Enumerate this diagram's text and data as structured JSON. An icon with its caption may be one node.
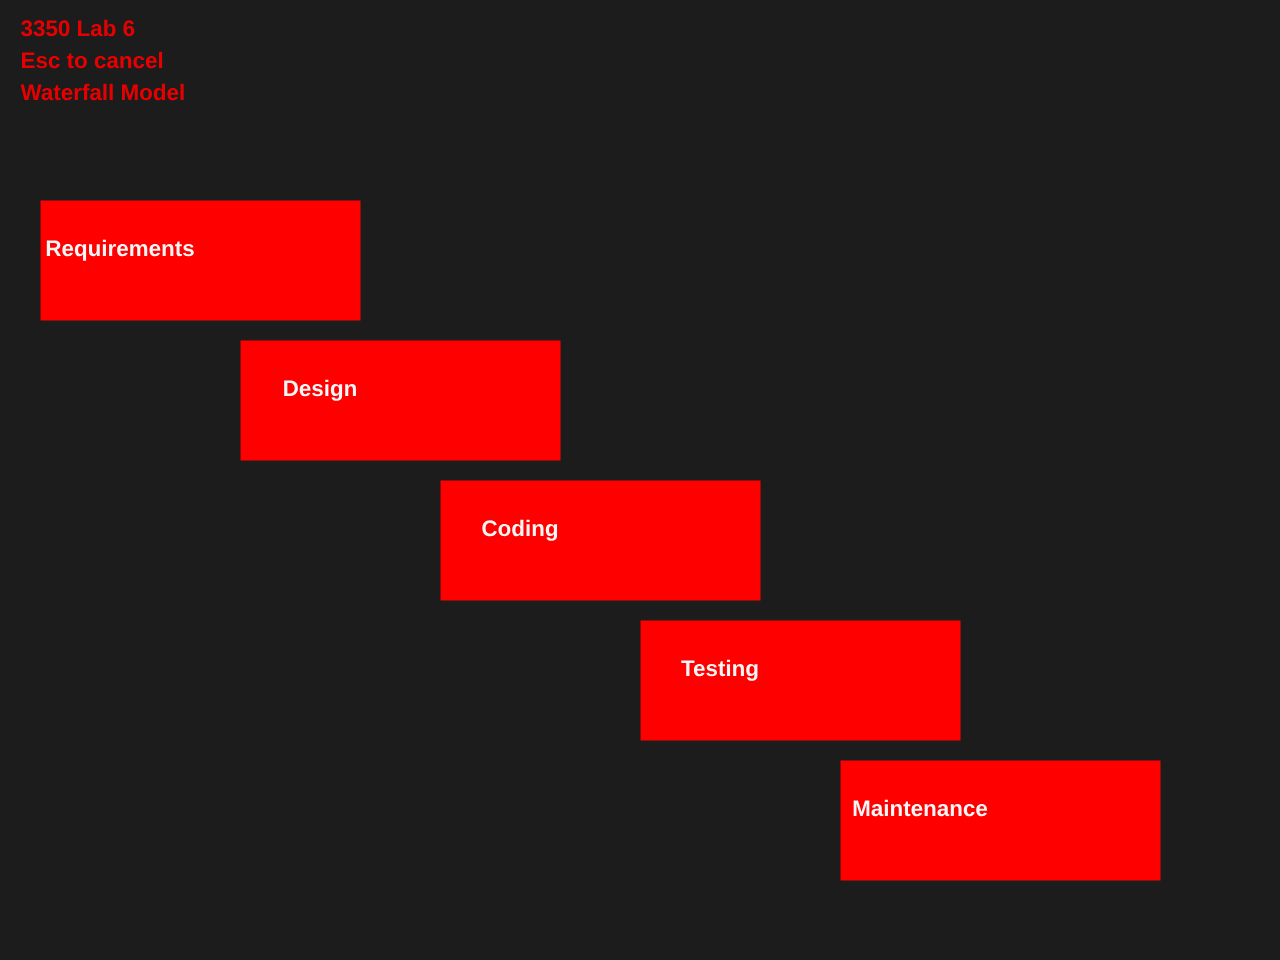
{
  "diagram": {
    "nodes": [
      {
        "text": [
          "Requirements"
        ]
      },
      {
        "text": [
          "Design"
        ]
      },
      {
        "text": [
          "Coding"
        ]
      },
      {
        "text": [
          "Testing"
        ]
      },
      {
        "text": [
          "Maintenance"
        ]
      }
    ],
    "labels": [
      "3350 Lab 6",
      "Esc to cancel",
      "Waterfall Model"
    ]
  }
}
